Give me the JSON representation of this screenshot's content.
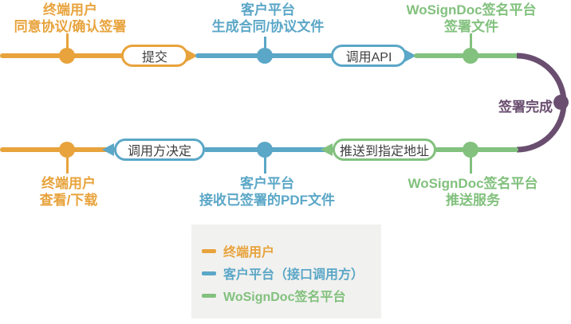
{
  "palette": {
    "orange": "#E8A33C",
    "blue": "#5BA7C7",
    "green": "#82C17E",
    "purple": "#6A4E70",
    "legend_bg": "#F1F1EF",
    "pill_text": "#404040"
  },
  "top": {
    "stations": [
      {
        "name": "终端用户",
        "desc": "同意协议/确认签署",
        "color": "#E8A33C"
      },
      {
        "name": "客户平台",
        "desc": "生成合同/协议文件",
        "color": "#5BA7C7"
      },
      {
        "name": "WoSignDoc签名平台",
        "desc": "签署文件",
        "color": "#82C17E"
      }
    ],
    "pills": [
      {
        "label": "提交"
      },
      {
        "label": "调用API"
      }
    ]
  },
  "turn": {
    "label": "签署完成",
    "color": "#6A4E70"
  },
  "bottom": {
    "stations": [
      {
        "name": "终端用户",
        "desc": "查看/下载",
        "color": "#E8A33C"
      },
      {
        "name": "客户平台",
        "desc": "接收已签署的PDF文件",
        "color": "#5BA7C7"
      },
      {
        "name": "WoSignDoc签名平台",
        "desc": "推送服务",
        "color": "#82C17E"
      }
    ],
    "pills": [
      {
        "label": "调用方决定"
      },
      {
        "label": "推送到指定地址"
      }
    ]
  },
  "legend": {
    "items": [
      {
        "label": "终端用户",
        "color": "#E8A33C"
      },
      {
        "label": "客户平台（接口调用方）",
        "color": "#5BA7C7"
      },
      {
        "label": "WoSignDoc签名平台",
        "color": "#82C17E"
      }
    ]
  }
}
